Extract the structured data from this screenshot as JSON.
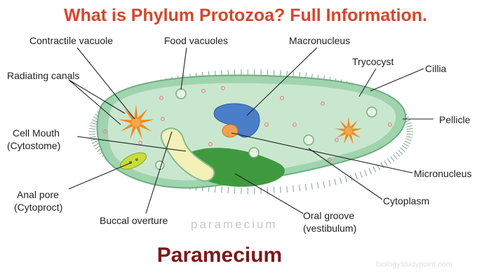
{
  "title": "What is Phylum Protozoa? Full Information.",
  "caption": "Paramecium",
  "faded_text": "paramecium",
  "watermark": "biologystudypoint.com",
  "labels": {
    "contractile_vacuole": "Contractile vacuole",
    "food_vacuoles": "Food vacuoles",
    "macronucleus": "Macronucleus",
    "trycocyst": "Trycocyst",
    "cillia": "Cillia",
    "radiating_canals": "Radiating canals",
    "pellicle": "Pellicle",
    "cell_mouth": "Cell Mouth",
    "cytostome": "(Cytostome)",
    "micronucleus": "Micronucleus",
    "cytoplasm": "Cytoplasm",
    "anal_pore": "Anal pore",
    "cytoproct": "(Cytoproct)",
    "buccal_overture": "Buccal overture",
    "oral_groove": "Oral groove",
    "vestibulum": "(vestibulum)"
  },
  "colors": {
    "title": "#d8452b",
    "caption": "#7a1a1a",
    "outer_body": "#9fd4ae",
    "inner_body": "#c9e7cf",
    "cilia": "#6e9a7a",
    "macronucleus": "#4a7ec8",
    "micronucleus": "#f0a050",
    "contractile_vacuole": "#f08a1e",
    "oral_groove": "#3f9a3f",
    "buccal": "#f3f0b8",
    "anal_pore": "#c8dc3a",
    "dots": "#e88a8a"
  }
}
